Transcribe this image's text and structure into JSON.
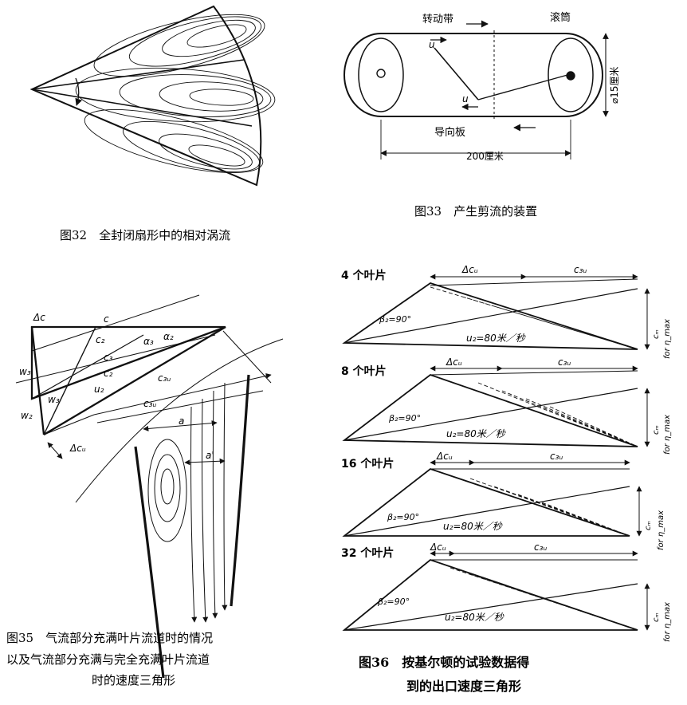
{
  "fig32": {
    "caption": "图32　全封闭扇形中的相对涡流"
  },
  "fig33": {
    "caption": "图33　产生剪流的装置",
    "label_belt": "转动带",
    "label_drum": "滚筒",
    "label_guide": "导向板",
    "label_u_top": "u",
    "label_u_bottom": "u",
    "label_length": "200厘米",
    "label_diameter": "⌀15厘米"
  },
  "fig35": {
    "caption_line1": "图35　气流部分充满叶片流道时的情况",
    "caption_line2": "以及气流部分充满与完全充满叶片流道",
    "caption_line3": "时的速度三角形",
    "labels": {
      "dc_top": "Δc",
      "c1": "c",
      "c2": "c₂",
      "c2b": "c₂",
      "c3": "c₃",
      "a3": "α₃",
      "a2": "α₂",
      "w3": "w₃",
      "w3b": "w₃",
      "w2": "w₂",
      "u2": "u₂",
      "c3u": "c₃ᵤ",
      "c3u_b": "c₃ᵤ",
      "dcu": "Δcᵤ",
      "a": "a",
      "a_prime": "a'"
    }
  },
  "fig36": {
    "caption_line1": "图36　按基尔顿的试验数据得",
    "caption_line2": "到的出口速度三角形",
    "panels": [
      {
        "blades": "4 个叶片",
        "dcu": "Δcᵤ",
        "c3u": "c₃ᵤ",
        "beta": "β₂=90°",
        "u2": "u₂=80米／秒",
        "cm": "cₘ",
        "eta": "for η_max"
      },
      {
        "blades": "8 个叶片",
        "dcu": "Δcᵤ",
        "c3u": "c₃ᵤ",
        "beta": "β₂=90°",
        "u2": "u₂=80米／秒",
        "cm": "cₘ",
        "eta": "for η_max"
      },
      {
        "blades": "16 个叶片",
        "dcu": "Δcᵤ",
        "c3u": "c₃ᵤ",
        "beta": "β₂=90°",
        "u2": "u₂=80米／秒",
        "cm": "cₘ",
        "eta": "for η_max"
      },
      {
        "blades": "32 个叶片",
        "dcu": "Δcᵤ",
        "c3u": "c₃ᵤ",
        "beta": "β₂=90°",
        "u2": "u₂=80米／秒",
        "cm": "cₘ",
        "eta": "for η_max"
      }
    ]
  }
}
